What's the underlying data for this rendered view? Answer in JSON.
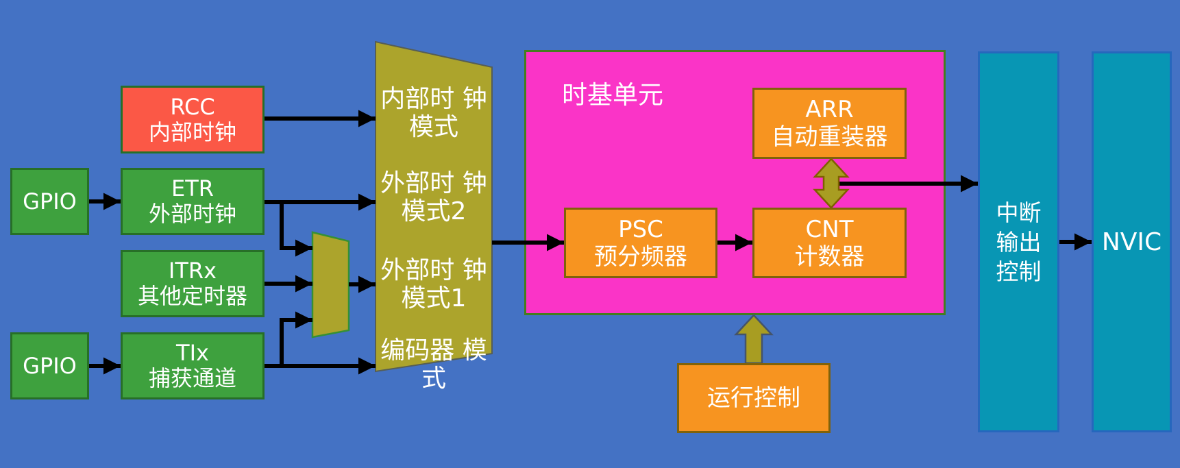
{
  "colors": {
    "background": "#4472c4",
    "text": "#ffffff",
    "green_fill": "#3ea13e",
    "green_border": "#276f27",
    "red_fill": "#fb5846",
    "olive_fill": "#aca42c",
    "olive_border": "#565e55",
    "mux_border": "#359035",
    "magenta_fill": "#fa34c7",
    "magenta_border": "#447d1f",
    "orange_fill": "#f79420",
    "orange_border": "#80620a",
    "teal_fill": "#0896b4",
    "teal_border": "#2667bd",
    "arrow_black": "#000000",
    "olive_arrow_fill": "#a89d22",
    "olive_arrow_border_gold": "#7f6000",
    "olive_arrow_border_slate": "#44546a"
  },
  "diagram": {
    "inputs": {
      "gpio_top": "GPIO",
      "gpio_bottom": "GPIO",
      "rcc": {
        "line1": "RCC",
        "line2": "内部时钟"
      },
      "etr": {
        "line1": "ETR",
        "line2": "外部时钟"
      },
      "itrx": {
        "line1": "ITRx",
        "line2": "其他定时器"
      },
      "tix": {
        "line1": "TIx",
        "line2": "捕获通道"
      }
    },
    "clock_mode_selector": {
      "internal_clock_mode": {
        "line1": "内部时",
        "line2": "钟模式"
      },
      "external_clock_mode2": {
        "line1": "外部时",
        "line2": "钟模式2"
      },
      "external_clock_mode1": {
        "line1": "外部时",
        "line2": "钟模式1"
      },
      "encoder_mode": {
        "line1": "编码器",
        "line2": "模式"
      }
    },
    "time_base_unit": {
      "title": "时基单元",
      "psc": {
        "line1": "PSC",
        "line2": "预分频器"
      },
      "cnt": {
        "line1": "CNT",
        "line2": "计数器"
      },
      "arr": {
        "line1": "ARR",
        "line2": "自动重装器"
      }
    },
    "run_control": "运行控制",
    "interrupt_output_control": {
      "line1": "中断",
      "line2": "输出",
      "line3": "控制"
    },
    "nvic": "NVIC"
  }
}
